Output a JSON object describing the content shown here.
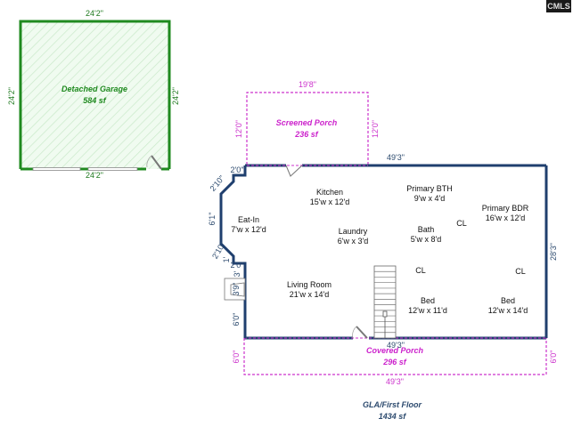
{
  "logo": {
    "text": "CMLS"
  },
  "garage": {
    "title": "Detached  Garage",
    "area": "584 sf",
    "dims": {
      "top": "24'2\"",
      "bottom": "24'2\"",
      "left": "24'2\"",
      "right": "24'2\""
    },
    "color": "#1f8a1f"
  },
  "screened_porch": {
    "title": "Screened Porch",
    "area": "236 sf",
    "dims": {
      "top": "19'8\"",
      "left": "12'0\"",
      "right": "12'0\""
    },
    "color": "#cc22cc"
  },
  "covered_porch": {
    "title": "Covered Porch",
    "area": "296 sf",
    "dims": {
      "bottom": "49'3\"",
      "left": "6'0\"",
      "right": "6'0\""
    },
    "color": "#cc22cc"
  },
  "main_floor": {
    "title": "GLA/First Floor",
    "area": "1434 sf",
    "color": "#1f3f6e",
    "dims": {
      "top": "49'3\"",
      "bottom": "49'3\"",
      "right": "28'3\"",
      "left_bay_top_jog": "2'0\"",
      "left_bay_angle_top": "2'10\"",
      "left_bay_center": "6'1\"",
      "left_bay_angle_bottom": "2'10\"",
      "left_bay_short": "1'",
      "left_bay_bottom_jog": "2'0\"",
      "left_lower_a": "3'",
      "left_fireplace": "3'9\"",
      "left_lower_b": "6'0\""
    },
    "rooms": [
      {
        "name": "Kitchen",
        "size": "15'w x 12'd"
      },
      {
        "name": "Primary BTH",
        "size": "9'w x 4'd"
      },
      {
        "name": "Primary BDR",
        "size": "16'w x 12'd"
      },
      {
        "name": "Eat-In",
        "size": "7'w x 12'd"
      },
      {
        "name": "Laundry",
        "size": "6'w x 3'd"
      },
      {
        "name": "Bath",
        "size": "5'w x 8'd"
      },
      {
        "name": "Living Room",
        "size": "21'w x 14'd"
      },
      {
        "name": "Bed",
        "size": "12'w x 11'd"
      },
      {
        "name": "Bed",
        "size": "12'w x 14'd"
      }
    ],
    "closets": [
      "CL",
      "CL",
      "CL"
    ]
  }
}
